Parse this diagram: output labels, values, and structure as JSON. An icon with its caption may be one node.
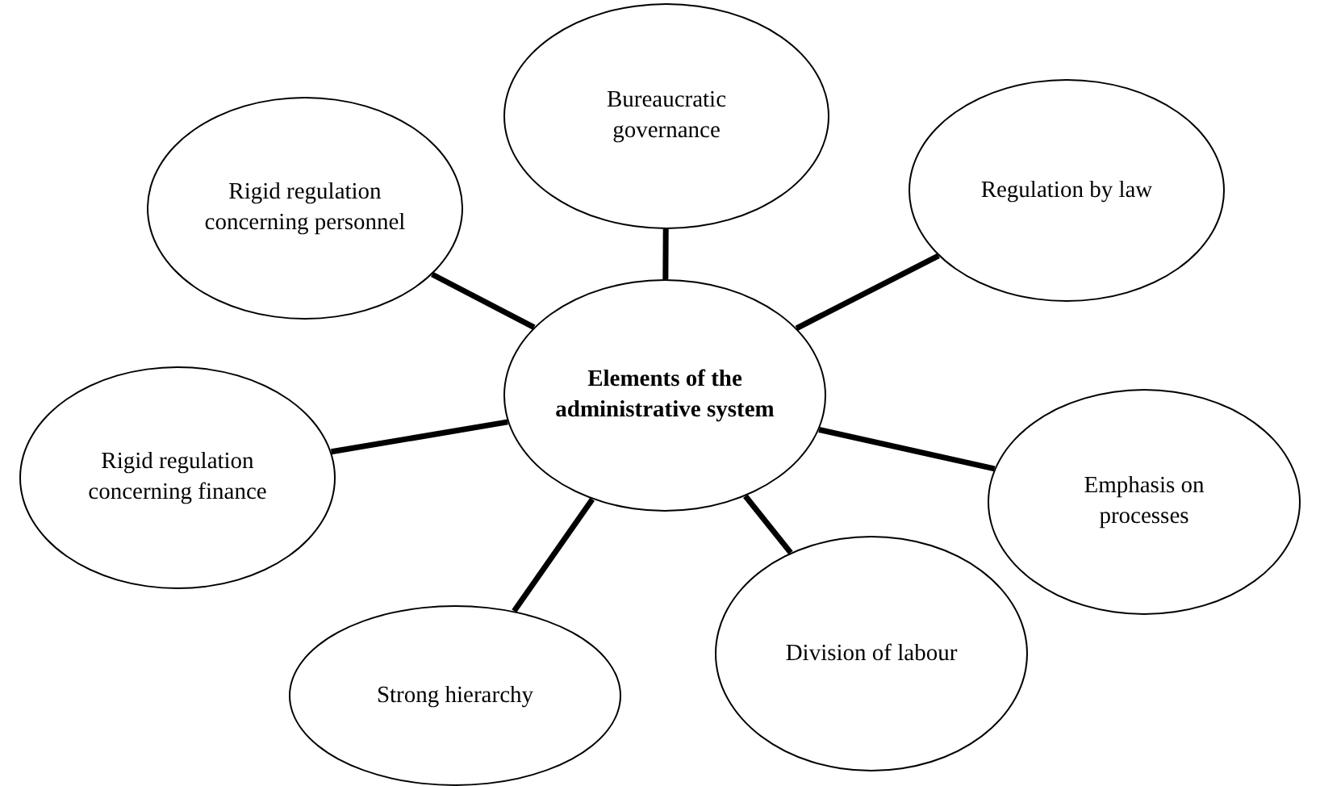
{
  "diagram": {
    "nodes": [
      {
        "text": [
          "Elements of the administrative system"
        ]
      },
      {
        "text": [
          "Bureaucratic governance"
        ]
      },
      {
        "text": [
          "Regulation by law"
        ]
      },
      {
        "text": [
          "Emphasis on processes"
        ]
      },
      {
        "text": [
          "Division of labour"
        ]
      },
      {
        "text": [
          "Strong hierarchy"
        ]
      },
      {
        "text": [
          "Rigid regulation concerning finance"
        ]
      },
      {
        "text": [
          "Rigid regulation concerning personnel"
        ]
      }
    ],
    "edges": [
      {
        "from": 0,
        "to": 1,
        "arrow": "none"
      },
      {
        "from": 0,
        "to": 2,
        "arrow": "none"
      },
      {
        "from": 0,
        "to": 3,
        "arrow": "none"
      },
      {
        "from": 0,
        "to": 4,
        "arrow": "none"
      },
      {
        "from": 0,
        "to": 5,
        "arrow": "none"
      },
      {
        "from": 0,
        "to": 6,
        "arrow": "none"
      },
      {
        "from": 0,
        "to": 7,
        "arrow": "none"
      }
    ]
  }
}
